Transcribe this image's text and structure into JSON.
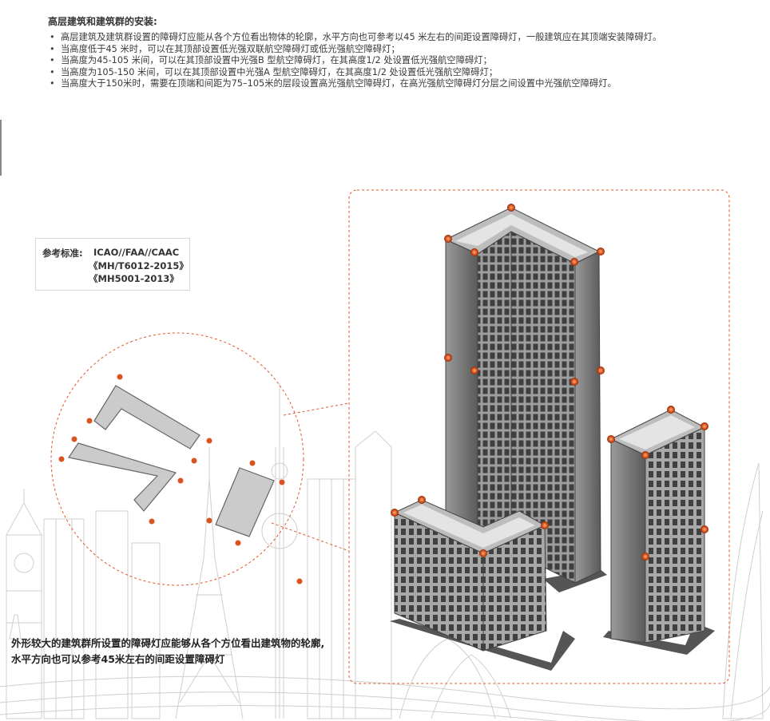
{
  "heading": "高层建筑和建筑群的安装:",
  "bullets": [
    "高层建筑及建筑群设置的障碍灯应能从各个方位看出物体的轮廓，水平方向也可参考以45 米左右的间距设置障碍灯，一般建筑应在其顶端安装障碍灯。",
    "当高度低于45 米时，可以在其顶部设置低光强双联航空障碍灯或低光强航空障碍灯；",
    "当高度为45-105 米间，可以在其顶部设置中光强B 型航空障碍灯，在其高度1/2 处设置低光强航空障碍灯；",
    "当高度为105-150 米间，可以在其顶部设置中光强A 型航空障碍灯，在其高度1/2 处设置低光强航空障碍灯；",
    "当高度大于150米时，需要在顶端和间距为75–105米的层段设置高光强航空障碍灯，在高光强航空障碍灯分层之间设置中光强航空障碍灯。"
  ],
  "reference": {
    "label": "参考标准:",
    "line1": "ICAO//FAA//CAAC",
    "line2": "《MH/T6012-2015》",
    "line3": "《MH5001-2013》"
  },
  "caption": {
    "line1": "外形较大的建筑群所设置的障碍灯应能够从各个方位看出建筑物的轮廓,",
    "line2": "水平方向也可以参考45米左右的间距设置障碍灯"
  },
  "colors": {
    "accent": "#e0562a",
    "light": "#d9531e",
    "building": "#8a8a8a"
  }
}
